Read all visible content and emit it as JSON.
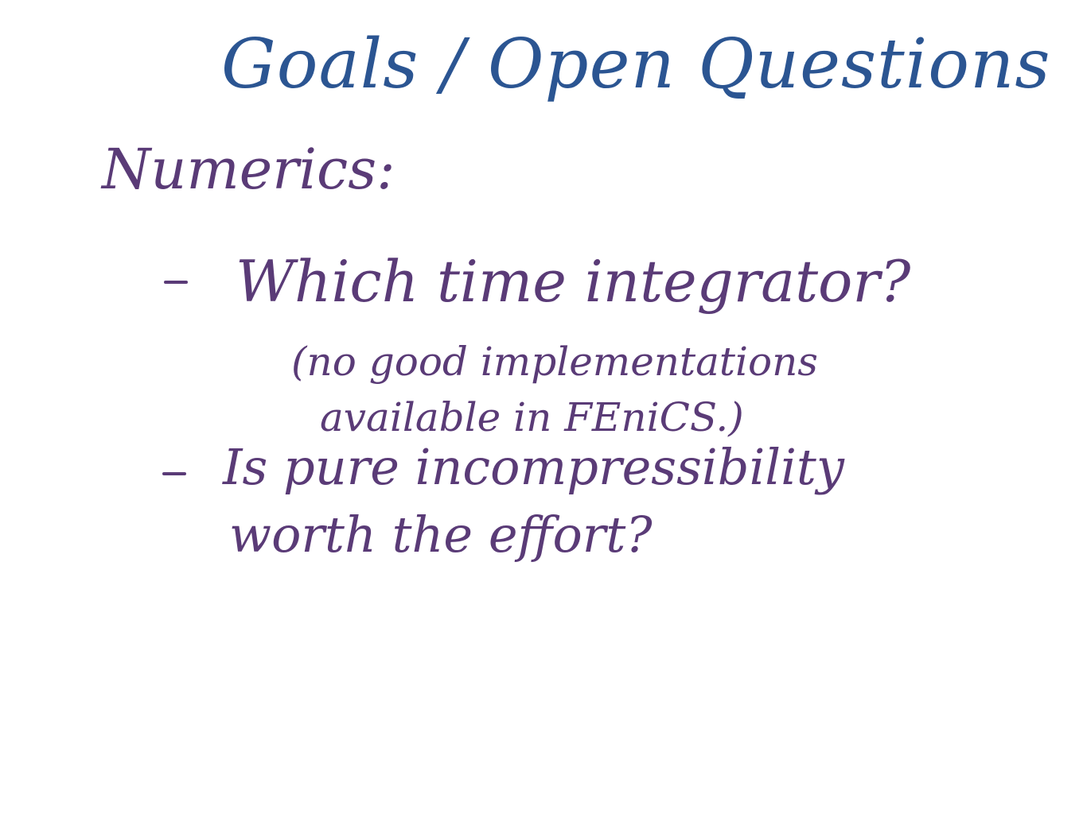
{
  "colors": {
    "title": "#2b5592",
    "body": "#5a3b77"
  },
  "title": "Goals / Open Questions",
  "section": "Numerics:",
  "items": [
    {
      "text": "Which time integrator?",
      "note_line1": "(no good implementations",
      "note_line2": "available in FEniCS.)"
    },
    {
      "text_line1": "Is pure incompressibility",
      "text_line2": "worth the effort?"
    }
  ]
}
